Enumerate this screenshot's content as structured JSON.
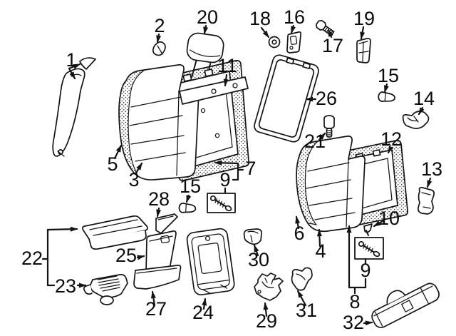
{
  "diagram": {
    "kind": "exploded-parts-diagram",
    "subject": "rear seat back components",
    "background_color": "#ffffff",
    "line_color": "#141414",
    "label_color": "#0b0b0b",
    "callouts": [
      {
        "id": "callout-1",
        "number": "1"
      },
      {
        "id": "callout-2",
        "number": "2"
      },
      {
        "id": "callout-20",
        "number": "20"
      },
      {
        "id": "callout-11",
        "number": "11"
      },
      {
        "id": "callout-18",
        "number": "18"
      },
      {
        "id": "callout-16",
        "number": "16"
      },
      {
        "id": "callout-17",
        "number": "17"
      },
      {
        "id": "callout-19",
        "number": "19"
      },
      {
        "id": "callout-26",
        "number": "26"
      },
      {
        "id": "callout-15-upper",
        "number": "15"
      },
      {
        "id": "callout-14",
        "number": "14"
      },
      {
        "id": "callout-21",
        "number": "21"
      },
      {
        "id": "callout-12",
        "number": "12"
      },
      {
        "id": "callout-13",
        "number": "13"
      },
      {
        "id": "callout-5",
        "number": "5"
      },
      {
        "id": "callout-3",
        "number": "3"
      },
      {
        "id": "callout-7",
        "number": "7"
      },
      {
        "id": "callout-9-mid",
        "number": "9"
      },
      {
        "id": "callout-15-mid",
        "number": "15"
      },
      {
        "id": "callout-28",
        "number": "28"
      },
      {
        "id": "callout-22",
        "number": "22"
      },
      {
        "id": "callout-23",
        "number": "23"
      },
      {
        "id": "callout-25",
        "number": "25"
      },
      {
        "id": "callout-27",
        "number": "27"
      },
      {
        "id": "callout-24",
        "number": "24"
      },
      {
        "id": "callout-30",
        "number": "30"
      },
      {
        "id": "callout-29",
        "number": "29"
      },
      {
        "id": "callout-31",
        "number": "31"
      },
      {
        "id": "callout-6",
        "number": "6"
      },
      {
        "id": "callout-4",
        "number": "4"
      },
      {
        "id": "callout-10",
        "number": "10"
      },
      {
        "id": "callout-9-right",
        "number": "9"
      },
      {
        "id": "callout-8",
        "number": "8"
      },
      {
        "id": "callout-32",
        "number": "32"
      }
    ]
  }
}
